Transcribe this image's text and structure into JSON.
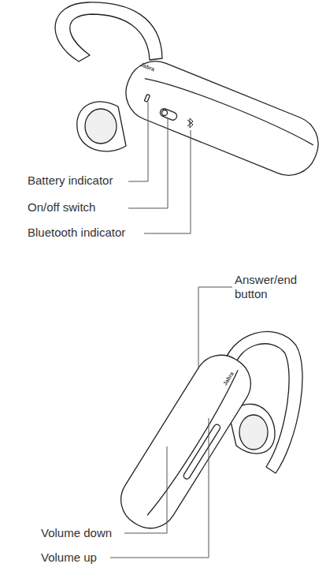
{
  "diagram": {
    "labels": [
      "Jabra",
      "Battery indicator",
      "On/off switch",
      "Bluetooth indicator",
      "Answer/end button",
      "Jabra",
      "Volume down",
      "Volume up"
    ]
  }
}
